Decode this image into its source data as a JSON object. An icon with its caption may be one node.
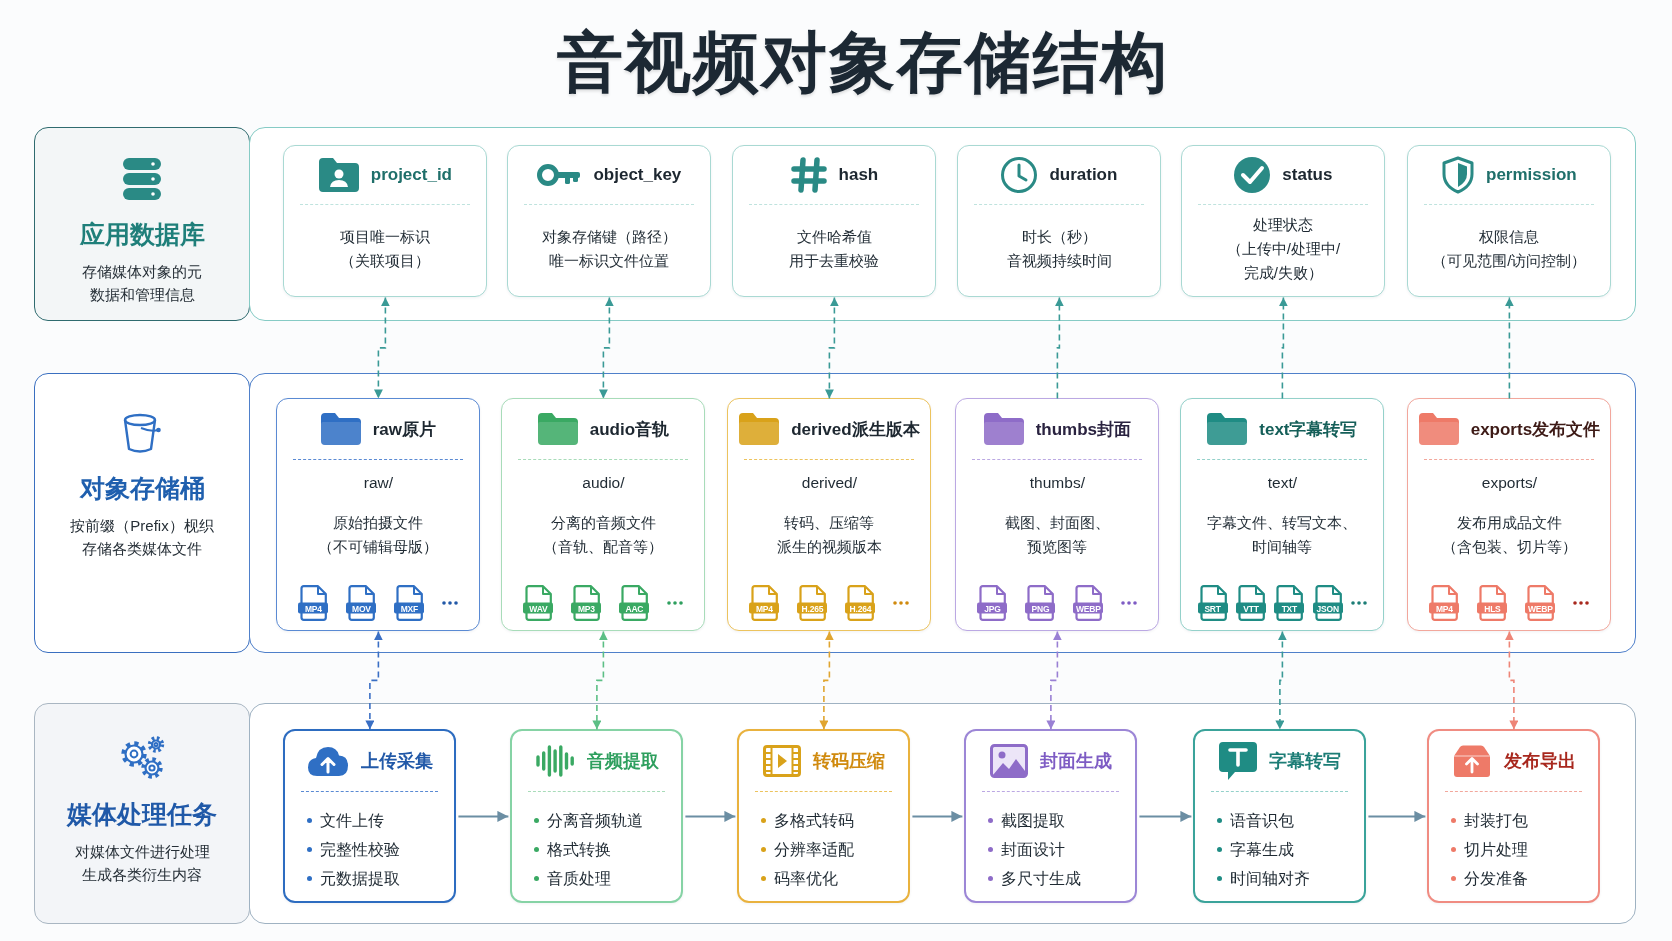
{
  "diagram": {
    "title": "音视频对象存储结构",
    "nodes": [
      {
        "text": [
          "应用数据库",
          "存储媒体对象的元数据和管理信息"
        ]
      },
      {
        "text": [],
        "shape": "box"
      },
      {
        "text": [
          "project_id",
          "项目唯一标识",
          "（关联项目）"
        ],
        "in": 1
      },
      {
        "text": [
          "object_key",
          "对象存储键（路径）",
          "唯一标识文件位置"
        ],
        "in": 1
      },
      {
        "text": [
          "hash",
          "文件哈希值",
          "用于去重校验"
        ],
        "in": 1
      },
      {
        "text": [
          "duration",
          "时长（秒）",
          "音视频持续时间"
        ],
        "in": 1
      },
      {
        "text": [
          "status",
          "处理状态",
          "（上传中/处理中/完成/失败）"
        ],
        "in": 1
      },
      {
        "text": [
          "permission",
          "权限信息",
          "（可见范围/访问控制）"
        ],
        "in": 1
      },
      {
        "text": [
          "对象存储桶",
          "按前缀（Prefix）枧织",
          "存储各类媒体文件"
        ]
      },
      {
        "text": [],
        "shape": "box"
      },
      {
        "text": [
          "raw原片",
          "raw/",
          "原始拍摄文件",
          "（不可铺辑母版）",
          "MP4",
          "MOV",
          "MXF"
        ],
        "in": 9
      },
      {
        "text": [
          "audio音轨",
          "audio/",
          "分离的音频文件",
          "（音轨、配音等）",
          "WAV",
          "MP3",
          "AAC"
        ],
        "in": 9
      },
      {
        "text": [
          "derived派生版本",
          "derived/",
          "转码、压缩等",
          "派生的视频版本",
          "MP4",
          "H.265",
          "H.264"
        ],
        "in": 9
      },
      {
        "text": [
          "thumbs封面",
          "thumbs/",
          "截图、封面图、预览图等",
          "JPG",
          "PNG",
          "WEBP"
        ],
        "in": 9
      },
      {
        "text": [
          "text字幕转写",
          "text/",
          "字幕文件、转写文本、时间轴等",
          "SRT",
          "VTT",
          "TXT",
          "JSON"
        ],
        "in": 9
      },
      {
        "text": [
          "exports发布文件",
          "exports/",
          "发布用成品文件",
          "（含包装、切片等）",
          "MP4",
          "HLS",
          "WEBP"
        ],
        "in": 9
      },
      {
        "text": [
          "媒体处理任务",
          "对媒体文件进行处理",
          "生成各类衍生内容"
        ]
      },
      {
        "text": [],
        "shape": "box"
      },
      {
        "text": [
          "上传采集",
          "文件上传",
          "完整性校验",
          "元数据提取"
        ],
        "in": 17
      },
      {
        "text": [
          "音频提取",
          "分离音频轨道",
          "格式转换",
          "音质处理"
        ],
        "in": 17
      },
      {
        "text": [
          "转码压缩",
          "多格式转码",
          "分辨率适配",
          "码率优化"
        ],
        "in": 17
      },
      {
        "text": [
          "封面生成",
          "截图提取",
          "封面设计",
          "多尺寸生成"
        ],
        "in": 17
      },
      {
        "text": [
          "字幕转写",
          "语音识包",
          "字幕生成",
          "时间轴对齐"
        ],
        "in": 17
      },
      {
        "text": [
          "发布导出",
          "封装打包",
          "切片处理",
          "分发准备"
        ],
        "in": 17
      }
    ],
    "edges": [
      {
        "from": 2,
        "to": 10,
        "arrow": "both",
        "style": "dashed"
      },
      {
        "from": 3,
        "to": 11,
        "arrow": "both",
        "style": "dashed"
      },
      {
        "from": 4,
        "to": 12,
        "arrow": "both",
        "style": "dashed"
      },
      {
        "from": 13,
        "to": 5,
        "arrow": "to",
        "style": "dashed"
      },
      {
        "from": 14,
        "to": 6,
        "arrow": "to",
        "style": "dashed"
      },
      {
        "from": 15,
        "to": 7,
        "arrow": "to",
        "style": "dashed"
      },
      {
        "from": 10,
        "to": 18,
        "arrow": "both",
        "style": "dashed",
        "color": "#3a6fc4"
      },
      {
        "from": 11,
        "to": 19,
        "arrow": "both",
        "style": "dashed",
        "color": "#5cbf85"
      },
      {
        "from": 12,
        "to": 20,
        "arrow": "both",
        "style": "dashed",
        "color": "#e0a530"
      },
      {
        "from": 13,
        "to": 21,
        "arrow": "both",
        "style": "dashed",
        "color": "#9a80d4"
      },
      {
        "from": 14,
        "to": 22,
        "arrow": "both",
        "style": "dashed"
      },
      {
        "from": 15,
        "to": 23,
        "arrow": "both",
        "style": "dashed",
        "color": "#ee8577"
      },
      {
        "from": 18,
        "to": 19,
        "arrow": "to",
        "color": "#6b8ea3"
      },
      {
        "from": 19,
        "to": 20,
        "arrow": "to",
        "color": "#6b8ea3"
      },
      {
        "from": 20,
        "to": 21,
        "arrow": "to",
        "color": "#6b8ea3"
      },
      {
        "from": 21,
        "to": 22,
        "arrow": "to",
        "color": "#6b8ea3"
      },
      {
        "from": 22,
        "to": 23,
        "arrow": "to",
        "color": "#6b8ea3"
      }
    ]
  }
}
